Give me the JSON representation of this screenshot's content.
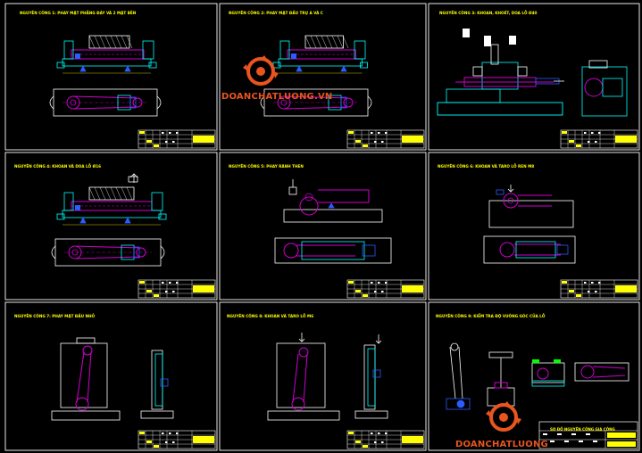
{
  "sheets": [
    {
      "id": 1,
      "title": "NGUYÊN CÔNG 1: PHAY MẶT PHẲNG ĐÁY VÀ 2 MẶT BÊN"
    },
    {
      "id": 2,
      "title": "NGUYÊN CÔNG 2: PHAY MẶT ĐẦU TRỤ A VÀ C"
    },
    {
      "id": 3,
      "title": "NGUYÊN CÔNG 3: KHOAN, KHOÉT, DOA LỖ Ø40"
    },
    {
      "id": 4,
      "title": "NGUYÊN CÔNG 4: KHOAN VÀ DOA LỖ Ø16"
    },
    {
      "id": 5,
      "title": "NGUYÊN CÔNG 5: PHAY RÃNH THEN"
    },
    {
      "id": 6,
      "title": "NGUYÊN CÔNG 6: KHOAN VÀ TARO LỖ REN M8"
    },
    {
      "id": 7,
      "title": "NGUYÊN CÔNG 7: PHAY MẶT ĐẦU NHỎ"
    },
    {
      "id": 8,
      "title": "NGUYÊN CÔNG 8: KHOAN VÀ TARO LỖ M6"
    },
    {
      "id": 9,
      "title": "NGUYÊN CÔNG 9: KIỂM TRA ĐỘ VUÔNG GÓC CỦA LỖ"
    }
  ],
  "final_title": "SƠ ĐỒ NGUYÊN CÔNG GIA CÔNG",
  "watermark": {
    "text": "DOANCHATLUONG.VN",
    "text_short": "DOANCHATLUONG"
  },
  "colors": {
    "background": "#000000",
    "frame": "#ffffff",
    "part": "#d000d0",
    "fixture": "#00ffff",
    "tool": "#ffffff",
    "dimension": "#ffff00",
    "table_fill": "#ffff00",
    "locator": "#2a5cff",
    "accent": "#00ff00",
    "watermark": "#e8551f"
  }
}
